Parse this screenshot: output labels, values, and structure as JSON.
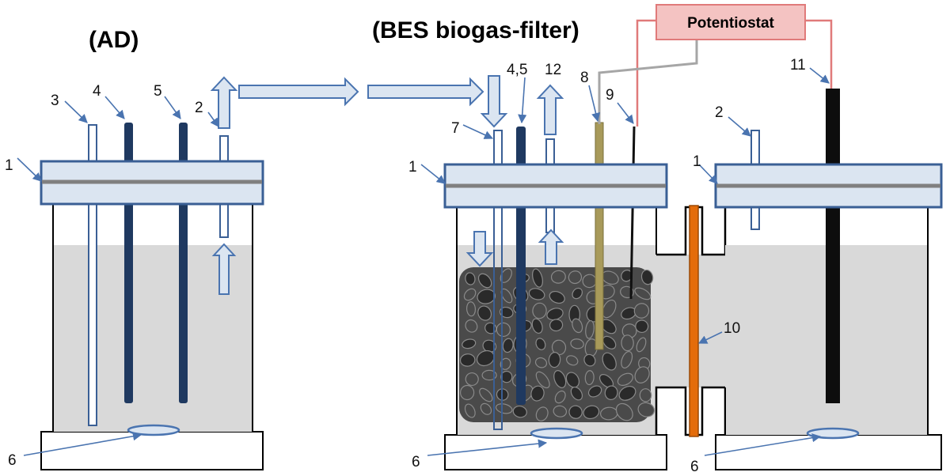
{
  "titles": {
    "ad": "(AD)",
    "bes": "(BES biogas-filter)"
  },
  "potentiostat": {
    "label": "Potentiostat",
    "fill": "#f4c3c2",
    "border": "#e07a7a"
  },
  "labels": {
    "n1": "1",
    "n2": "2",
    "n3": "3",
    "n4": "4",
    "n5": "5",
    "n6": "6",
    "n7": "7",
    "n8": "8",
    "n9": "9",
    "n10": "10",
    "n11": "11",
    "n12": "12",
    "n45": "4,5"
  },
  "colors": {
    "lid_fill": "#dbe5f1",
    "lid_border": "#3a5f95",
    "liquid": "#d9d9d9",
    "electrode_dark_blue": "#1f3960",
    "reference_electrode": "#a89a5a",
    "membrane": "#e46c0a",
    "counter_electrode": "#0d0d0d",
    "arrow_fill": "#dbe5f1",
    "arrow_border": "#4a74b0",
    "wire_red": "#e07a7a",
    "wire_grey": "#a6a6a6"
  }
}
